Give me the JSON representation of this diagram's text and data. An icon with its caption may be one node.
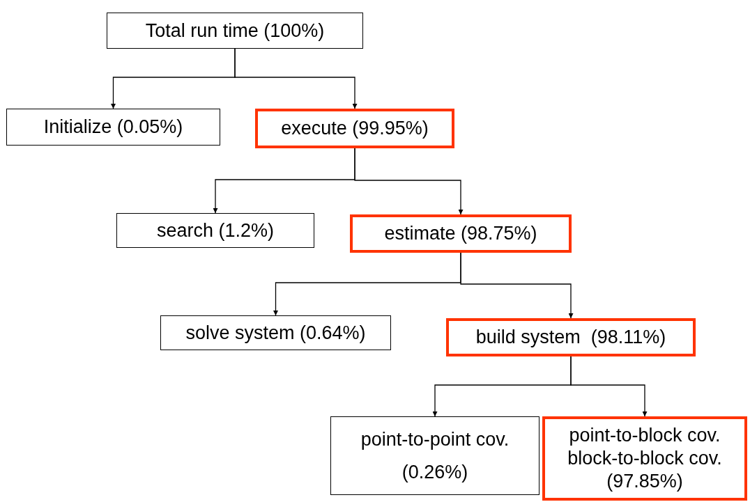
{
  "diagram": {
    "nodes": [
      {
        "text": [
          "Total run time (100%)"
        ]
      },
      {
        "text": [
          "Initialize (0.05%)"
        ]
      },
      {
        "text": [
          "execute (99.95%)"
        ]
      },
      {
        "text": [
          "search (1.2%)"
        ]
      },
      {
        "text": [
          "estimate (98.75%)"
        ]
      },
      {
        "text": [
          "solve system (0.64%)"
        ]
      },
      {
        "text": [
          "build system  (98.11%)"
        ]
      },
      {
        "text": [
          "point-to-point cov.",
          "(0.26%)"
        ]
      },
      {
        "text": [
          "point-to-block cov.",
          "block-to-block cov.",
          "(97.85%)"
        ]
      }
    ],
    "edges": [
      {
        "from": 0,
        "to": 1,
        "arrow": "to"
      },
      {
        "from": 0,
        "to": 2,
        "arrow": "to"
      },
      {
        "from": 2,
        "to": 3,
        "arrow": "to"
      },
      {
        "from": 2,
        "to": 4,
        "arrow": "to"
      },
      {
        "from": 4,
        "to": 5,
        "arrow": "to"
      },
      {
        "from": 4,
        "to": 6,
        "arrow": "to"
      },
      {
        "from": 6,
        "to": 7,
        "arrow": "to"
      },
      {
        "from": 6,
        "to": 8,
        "arrow": "to"
      }
    ]
  }
}
